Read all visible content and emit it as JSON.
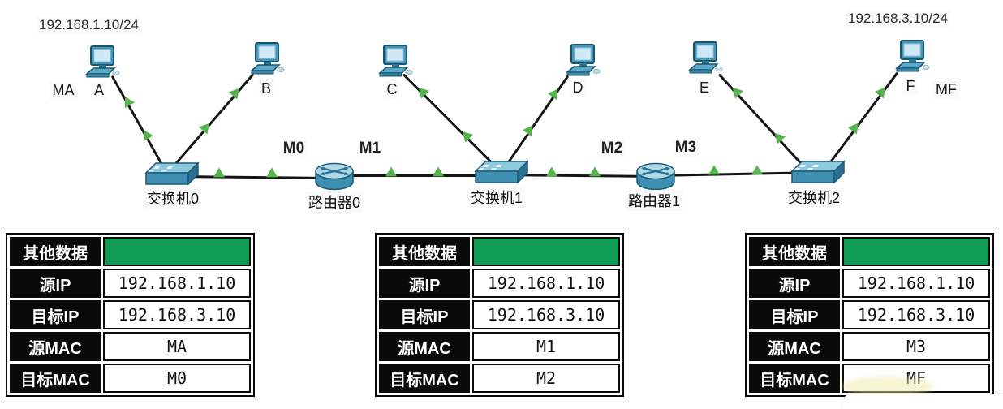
{
  "diagram": {
    "subnet_left": "192.168.1.10/24",
    "subnet_right": "192.168.3.10/24",
    "pc_labels": {
      "a": "A",
      "b": "B",
      "c": "C",
      "d": "D",
      "e": "E",
      "f": "F"
    },
    "mac_labels": {
      "ma": "MA",
      "mf": "MF"
    },
    "interface_labels": {
      "m0": "M0",
      "m1": "M1",
      "m2": "M2",
      "m3": "M3"
    },
    "device_labels": {
      "switch0": "交换机0",
      "router0": "路由器0",
      "switch1": "交换机1",
      "router1": "路由器1",
      "switch2": "交换机2"
    }
  },
  "tables": [
    {
      "header_label": "其他数据",
      "rows": [
        {
          "label": "源IP",
          "value": "192.168.1.10"
        },
        {
          "label": "目标IP",
          "value": "192.168.3.10"
        },
        {
          "label": "源MAC",
          "value": "MA"
        },
        {
          "label": "目标MAC",
          "value": "M0"
        }
      ]
    },
    {
      "header_label": "其他数据",
      "rows": [
        {
          "label": "源IP",
          "value": "192.168.1.10"
        },
        {
          "label": "目标IP",
          "value": "192.168.3.10"
        },
        {
          "label": "源MAC",
          "value": "M1"
        },
        {
          "label": "目标MAC",
          "value": "M2"
        }
      ]
    },
    {
      "header_label": "其他数据",
      "rows": [
        {
          "label": "源IP",
          "value": "192.168.1.10"
        },
        {
          "label": "目标IP",
          "value": "192.168.3.10"
        },
        {
          "label": "源MAC",
          "value": "M3"
        },
        {
          "label": "目标MAC",
          "value": "MF"
        }
      ]
    }
  ],
  "colors": {
    "header_green": "#0f9b52",
    "arrow_green": "#56b44c",
    "link_black": "#151515",
    "device_teal": "#3e8fb2"
  }
}
